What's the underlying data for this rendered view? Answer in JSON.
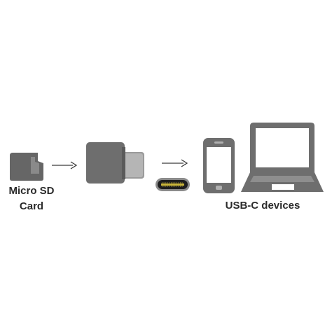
{
  "labels": {
    "micro_sd_line1": "Micro SD",
    "micro_sd_line2": "Card",
    "usb_c_devices": "USB-C devices"
  },
  "icons": {
    "card": "micro-sd-card-icon",
    "reader": "usb-c-card-reader-icon",
    "connector": "usb-c-connector-icon",
    "phone": "smartphone-icon",
    "laptop": "laptop-icon",
    "arrows": "arrow-right-icon"
  },
  "colors": {
    "device_gray": "#6e6e6e",
    "device_dark": "#4a4a4a",
    "connector_gold": "#c9b53a",
    "arrow": "#3a3a3a",
    "text": "#2b2b2b"
  }
}
